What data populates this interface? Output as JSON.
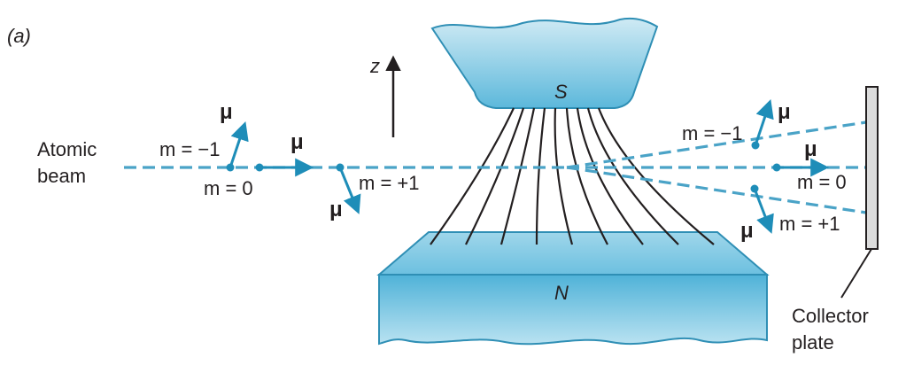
{
  "figure": {
    "panel_label": "(a)",
    "axis_label": "z",
    "poles": {
      "south": "S",
      "north": "N"
    },
    "source_label": [
      "Atomic",
      "beam"
    ],
    "detector_label": [
      "Collector",
      "plate"
    ],
    "moment_symbol": "μ",
    "states_before": [
      {
        "m_label": "m = −1"
      },
      {
        "m_label": "m = 0"
      },
      {
        "m_label": "m = +1"
      }
    ],
    "states_after": [
      {
        "m_label": "m = −1"
      },
      {
        "m_label": "m = 0"
      },
      {
        "m_label": "m = +1"
      }
    ],
    "colors": {
      "magnet_fill": "#7ec8e3",
      "magnet_edge": "#2f8fb5",
      "beam": "#4aa3c7",
      "arrow": "#1e8db8",
      "field_line": "#231f20",
      "plate": "#dcdcdc"
    }
  }
}
